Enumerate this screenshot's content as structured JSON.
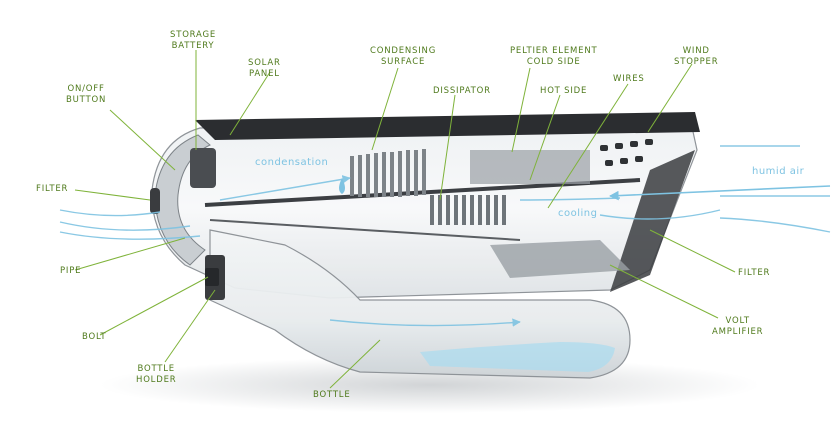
{
  "colors": {
    "label": "#4f7a1c",
    "leader": "#7fb33a",
    "flow": "#7ec3e2",
    "body_outline": "#8a8f94",
    "panel": "#2b2d30"
  },
  "labels": {
    "storage_battery": "STORAGE\nBATTERY",
    "solar_panel": "SOLAR\nPANEL",
    "condensing_surface": "CONDENSING\nSURFACE",
    "peltier_element_cold_side": "PELTIER ELEMENT\nCOLD SIDE",
    "wind_stopper": "WIND\nSTOPPER",
    "onoff_button": "ON/OFF\nBUTTON",
    "dissipator": "DISSIPATOR",
    "hot_side": "HOT SIDE",
    "wires": "WIRES",
    "filter_left": "FILTER",
    "pipe": "PIPE",
    "bolt": "BOLT",
    "bottle_holder": "BOTTLE\nHOLDER",
    "bottle": "BOTTLE",
    "filter_right": "FILTER",
    "volt_amplifier": "VOLT\nAMPLIFIER"
  },
  "flows": {
    "condensation": "condensation",
    "cooling": "cooling",
    "humid_air": "humid air"
  }
}
